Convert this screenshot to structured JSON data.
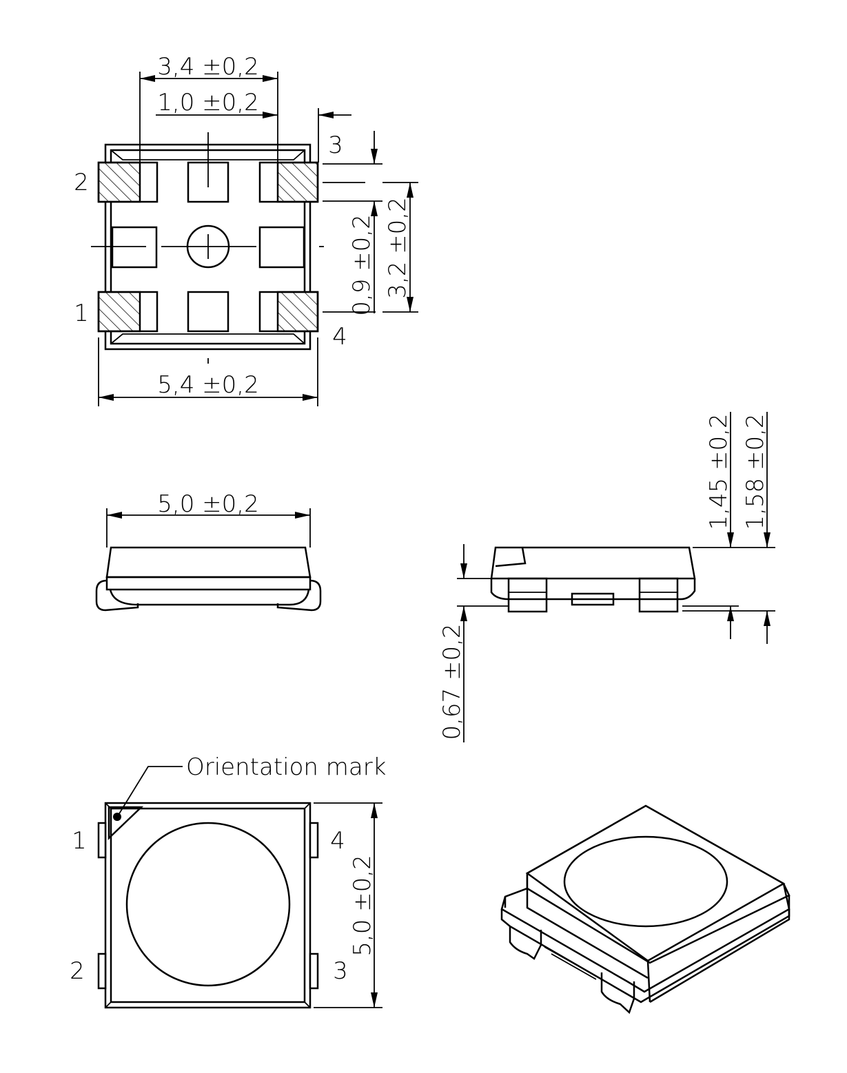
{
  "top_view": {
    "dim_width_pitch": "3,4 ±0,2",
    "dim_pad_offset": "1,0 ±0,2",
    "dim_pad_height": "0,9 ±0,2",
    "dim_pitch_vertical": "3,2 ±0,2",
    "dim_total_width": "5,4 ±0,2",
    "pin_labels": [
      "1",
      "2",
      "3",
      "4"
    ]
  },
  "side_view_front": {
    "dim_body_width": "5,0 ±0,2"
  },
  "side_view_right": {
    "dim_height_body": "1,45 ±0,2",
    "dim_height_total": "1,58 ±0,2",
    "dim_lead_height": "0,67 ±0,2"
  },
  "bottom_view": {
    "orientation_label": "Orientation mark",
    "dim_body_height": "5,0 ±0,2",
    "pin_labels": [
      "1",
      "2",
      "3",
      "4"
    ]
  }
}
